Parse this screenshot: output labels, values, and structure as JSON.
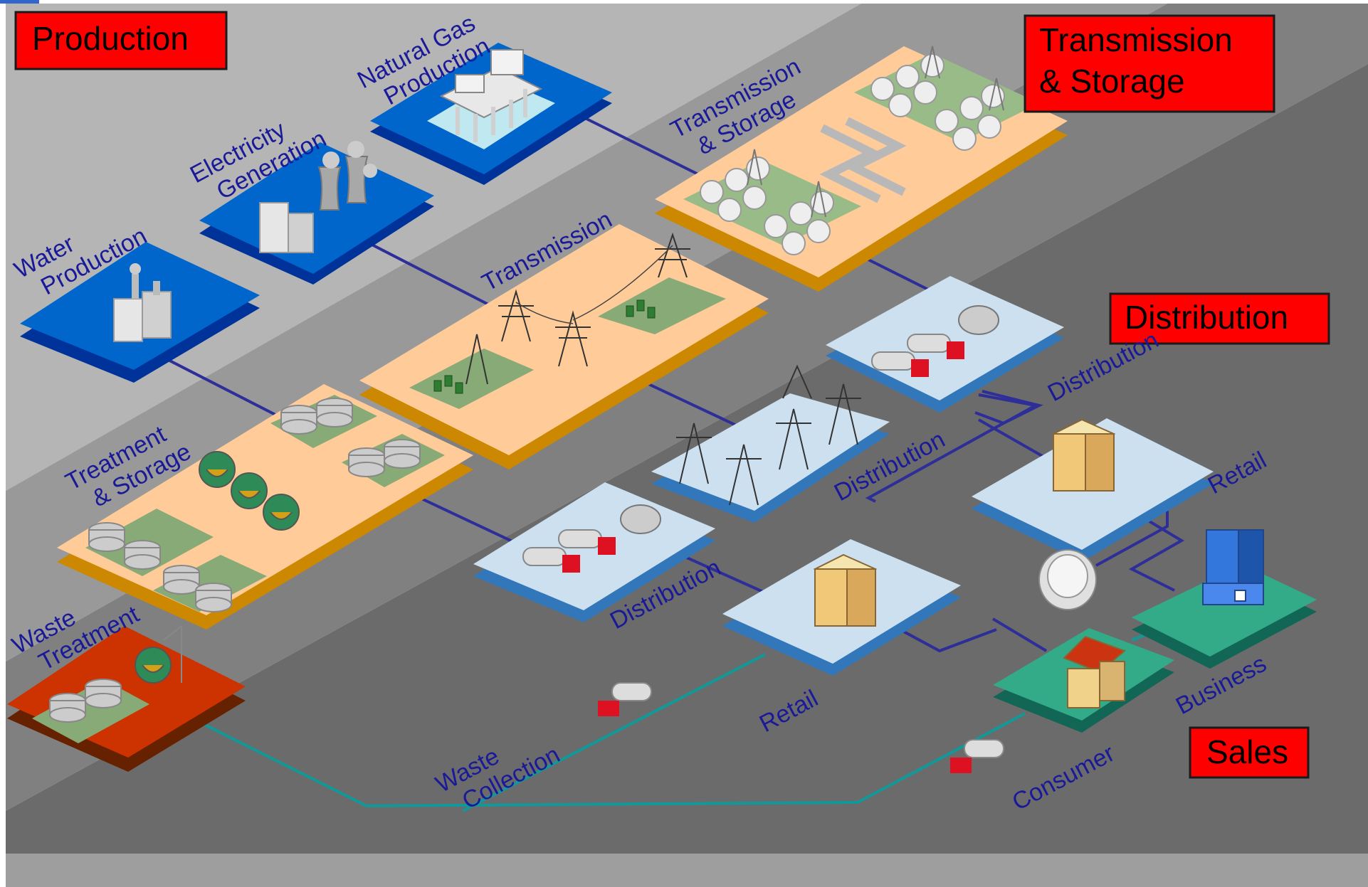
{
  "sections": {
    "production": "Production",
    "transmission_storage": [
      "Transmission",
      "& Storage"
    ],
    "distribution": "Distribution",
    "sales": "Sales"
  },
  "nodes": {
    "natural_gas_production": [
      "Natural Gas",
      "Production"
    ],
    "electricity_generation": [
      "Electricity",
      "Generation"
    ],
    "water_production": [
      "Water",
      "Production"
    ],
    "transmission_storage": [
      "Transmission",
      "& Storage"
    ],
    "transmission": "Transmission",
    "treatment_storage": [
      "Treatment",
      "& Storage"
    ],
    "waste_treatment": [
      "Waste",
      "Treatment"
    ],
    "distribution_gas": "Distribution",
    "distribution_power": "Distribution",
    "distribution_water": "Distribution",
    "retail_upper": "Retail",
    "retail_lower": "Retail",
    "business": "Business",
    "consumer": "Consumer",
    "waste_collection": [
      "Waste",
      "Collection"
    ]
  },
  "colors": {
    "production_band": "#b5b5b5",
    "transmission_band": "#999999",
    "distribution_band": "#808080",
    "sales_band": "#6b6b6b",
    "bottom_strip": "#9e9e9e",
    "production_slab": "#0066cc",
    "storage_slab": "#ffcc99",
    "distribution_slab": "#cce0f0",
    "sales_slab": "#33aa88",
    "waste_slab": "#cc3300",
    "section_label_bg": "#ff0000",
    "pipeline_line": "#2e2e99",
    "waste_line": "#119999",
    "label_text": "#1a1a99"
  }
}
